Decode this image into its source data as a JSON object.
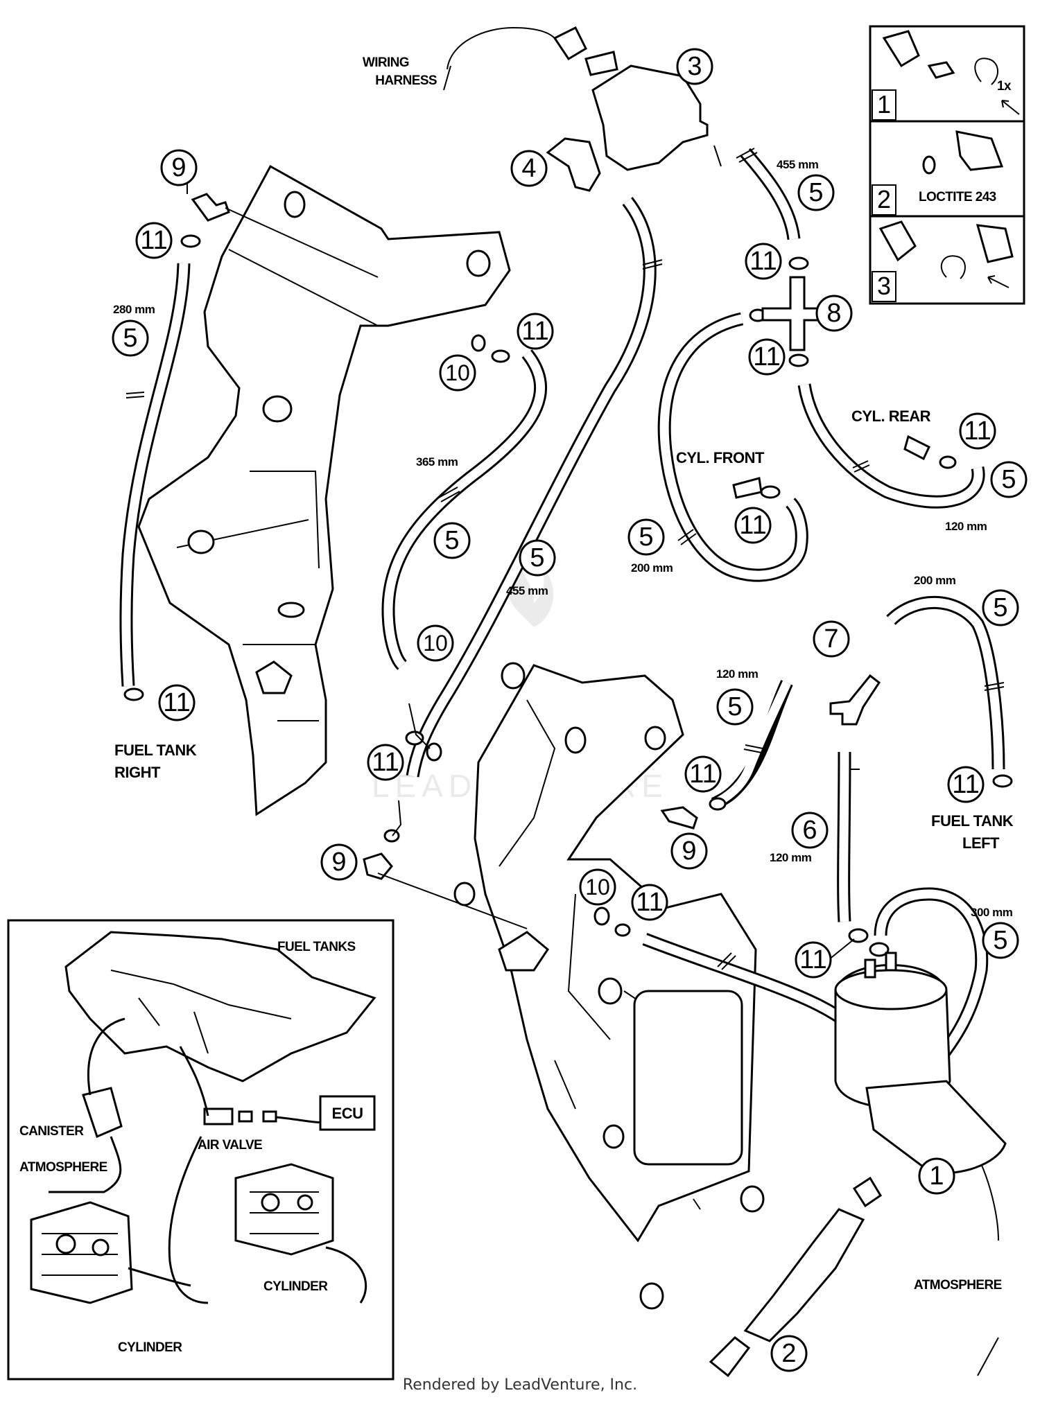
{
  "labels": {
    "wiring_harness": [
      "WIRING",
      "HARNESS"
    ],
    "fuel_tank_right": [
      "FUEL TANK",
      "RIGHT"
    ],
    "fuel_tank_left": [
      "FUEL TANK",
      "LEFT"
    ],
    "cyl_front": "CYL. FRONT",
    "cyl_rear": "CYL. REAR",
    "atmosphere": "ATMOSPHERE",
    "loctite": "LOCTITE 243",
    "torque_note": "1x"
  },
  "dimensions": {
    "d280": "280 mm",
    "d455_top": "455 mm",
    "d365": "365 mm",
    "d455_mid": "455 mm",
    "d200_front": "200 mm",
    "d120_rear": "120 mm",
    "d200_left": "200 mm",
    "d120_mid": "120 mm",
    "d120_6": "120 mm",
    "d300": "300 mm"
  },
  "callouts": {
    "c1": "1",
    "c2": "2",
    "c3": "3",
    "c4": "4",
    "c5a": "5",
    "c5b": "5",
    "c5c": "5",
    "c5d": "5",
    "c5e": "5",
    "c5f": "5",
    "c5g": "5",
    "c5h": "5",
    "c5i": "5",
    "c6": "6",
    "c7": "7",
    "c8": "8",
    "c9a": "9",
    "c9b": "9",
    "c9c": "9",
    "c10a": "10",
    "c10b": "10",
    "c10c": "10",
    "c11a": "11",
    "c11b": "11",
    "c11c": "11",
    "c11d": "11",
    "c11e": "11",
    "c11f": "11",
    "c11g": "11",
    "c11h": "11",
    "c11i": "11",
    "c11j": "11",
    "c11k": "11",
    "c11l": "11"
  },
  "legend_steps": [
    {
      "number": "1"
    },
    {
      "number": "2"
    },
    {
      "number": "3"
    }
  ],
  "inset": {
    "fuel_tanks": "FUEL TANKS",
    "canister": "CANISTER",
    "atmosphere": "ATMOSPHERE",
    "air_valve": "AIR VALVE",
    "ecu": "ECU",
    "cylinder_right": "CYLINDER",
    "cylinder_left": "CYLINDER"
  },
  "watermark": "LEADVENTURE",
  "footer": "Rendered by LeadVenture, Inc."
}
